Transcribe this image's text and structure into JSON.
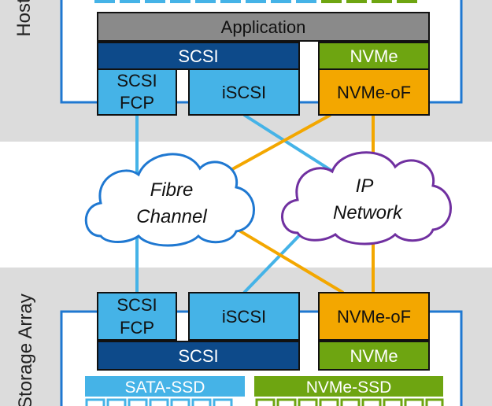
{
  "zones": {
    "host_label": "Host",
    "storage_label": "Storage Array"
  },
  "host": {
    "application": "Application",
    "scsi": "SCSI",
    "nvme": "NVMe",
    "scsi_fcp_line1": "SCSI",
    "scsi_fcp_line2": "FCP",
    "iscsi": "iSCSI",
    "nvme_of": "NVMe-oF"
  },
  "network": {
    "fibre_line1": "Fibre",
    "fibre_line2": "Channel",
    "ip_line1": "IP",
    "ip_line2": "Network"
  },
  "storage": {
    "scsi_fcp_line1": "SCSI",
    "scsi_fcp_line2": "FCP",
    "iscsi": "iSCSI",
    "nvme_of": "NVMe-oF",
    "scsi": "SCSI",
    "nvme": "NVMe",
    "sata_ssd": "SATA-SSD",
    "nvme_ssd": "NVMe-SSD"
  },
  "colors": {
    "zone_bg": "#dcdcdc",
    "border_blue": "#1f78d1",
    "dark_navy": "#0d4a8a",
    "light_blue": "#45b3e7",
    "green": "#6ea511",
    "orange": "#f3a700",
    "gray": "#8a8a8a",
    "purple": "#7030a0"
  }
}
